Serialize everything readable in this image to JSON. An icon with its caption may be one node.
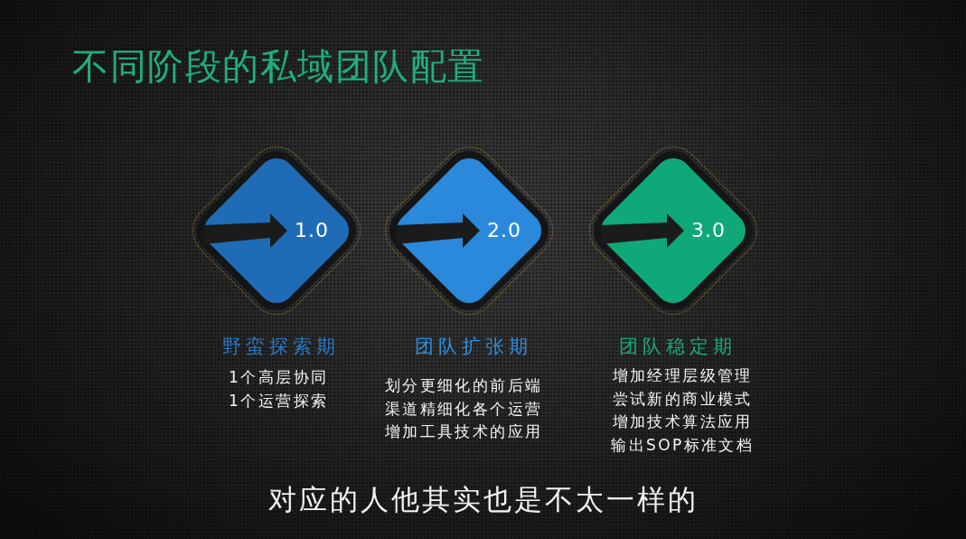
{
  "diagram": {
    "title": "不同阶段的私域团队配置",
    "nodes": [
      {
        "text": [
          "1.0",
          "野蛮探索期"
        ],
        "beside": [
          "1个高层协同",
          "1个运营探索"
        ]
      },
      {
        "text": [
          "2.0",
          "团队扩张期"
        ],
        "beside": [
          "划分更细化的前后端",
          "渠道精细化各个运营",
          "增加工具技术的应用"
        ]
      },
      {
        "text": [
          "3.0",
          "团队稳定期"
        ],
        "beside": [
          "增加经理层级管理",
          "尝试新的商业模式",
          "增加技术算法应用",
          "输出SOP标准文档"
        ]
      }
    ],
    "labels": [
      "对应的人他其实也是不太一样的"
    ]
  }
}
